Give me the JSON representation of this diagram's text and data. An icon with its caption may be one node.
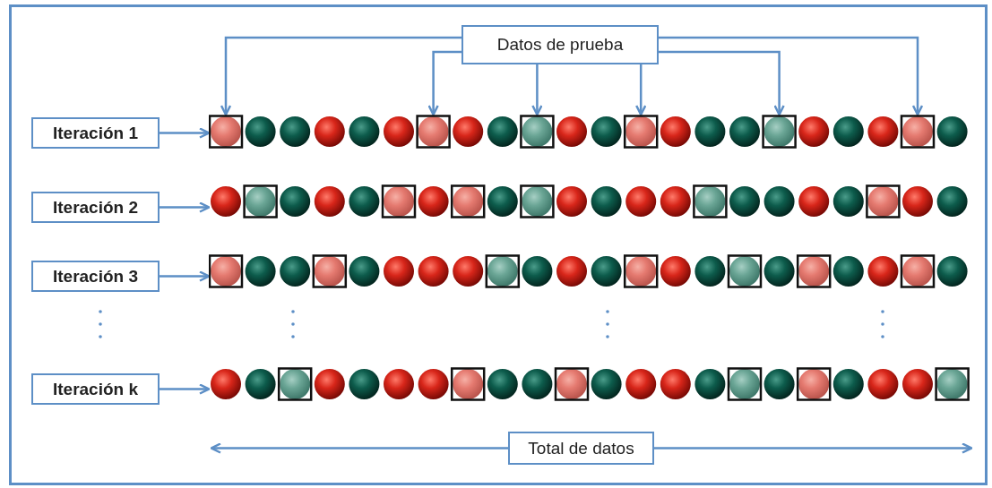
{
  "diagram": {
    "nodes": [
      {
        "text": [
          "Datos de prueba"
        ]
      },
      {
        "text": [
          "Iteración 1"
        ]
      },
      {
        "text": [],
        "shape": "picture"
      },
      {
        "text": [
          "Iteración 2"
        ]
      },
      {
        "text": [],
        "shape": "picture"
      },
      {
        "text": [
          "Iteración 3"
        ]
      },
      {
        "text": [],
        "shape": "picture"
      },
      {
        "text": [
          "Iteración k"
        ]
      },
      {
        "text": [],
        "shape": "picture"
      },
      {
        "text": [
          "Total de datos"
        ]
      }
    ],
    "edges": [
      {
        "from": 0,
        "to": 2,
        "arrow": "to"
      },
      {
        "from": 0,
        "to": 2,
        "arrow": "to"
      },
      {
        "from": 0,
        "to": 2,
        "arrow": "to"
      },
      {
        "from": 0,
        "to": 2,
        "arrow": "to"
      },
      {
        "from": 0,
        "to": 2,
        "arrow": "to"
      },
      {
        "from": 0,
        "to": 2,
        "arrow": "to"
      },
      {
        "from": 1,
        "to": 2,
        "arrow": "to"
      },
      {
        "from": 3,
        "to": 4,
        "arrow": "to"
      },
      {
        "from": 5,
        "to": 6,
        "arrow": "to"
      },
      {
        "from": 7,
        "to": 8,
        "arrow": "to"
      }
    ]
  }
}
